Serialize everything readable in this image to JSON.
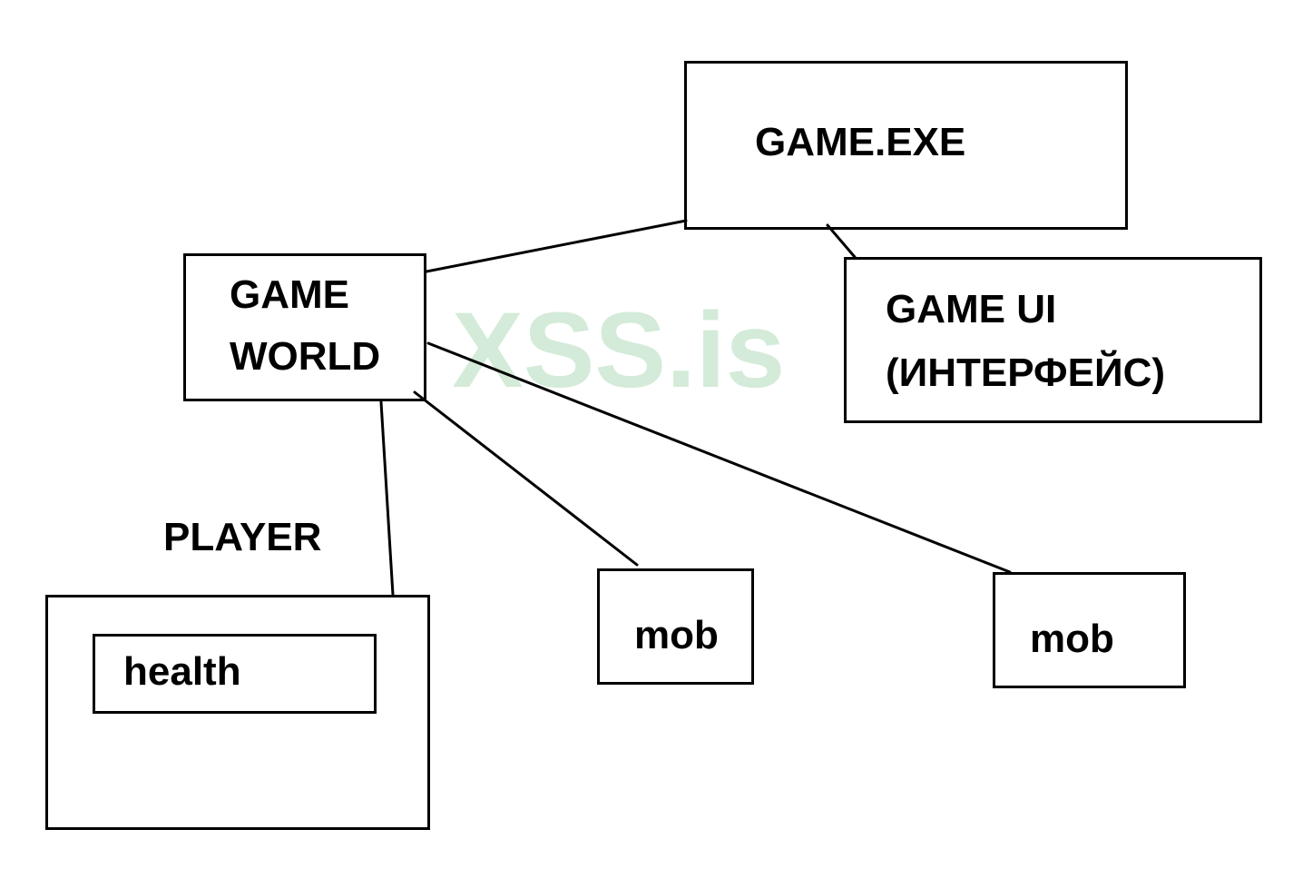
{
  "watermark": "XSS.is",
  "colors": {
    "stroke": "#000000",
    "background": "#ffffff",
    "watermark": "#d3ebd8"
  },
  "nodes": {
    "game_exe": "GAME.EXE",
    "game_world": {
      "line1": "GAME",
      "line2": "WORLD"
    },
    "game_ui": {
      "line1": "GAME UI",
      "line2": "(ИНТЕРФЕЙС)"
    },
    "player": "PLAYER",
    "health": "health",
    "mob_1": "mob",
    "mob_2": "mob"
  }
}
